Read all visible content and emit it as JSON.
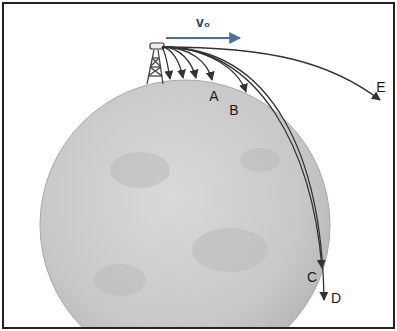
{
  "diagram": {
    "labels": [
      "v₀",
      "A",
      "B",
      "C",
      "D",
      "E"
    ]
  }
}
